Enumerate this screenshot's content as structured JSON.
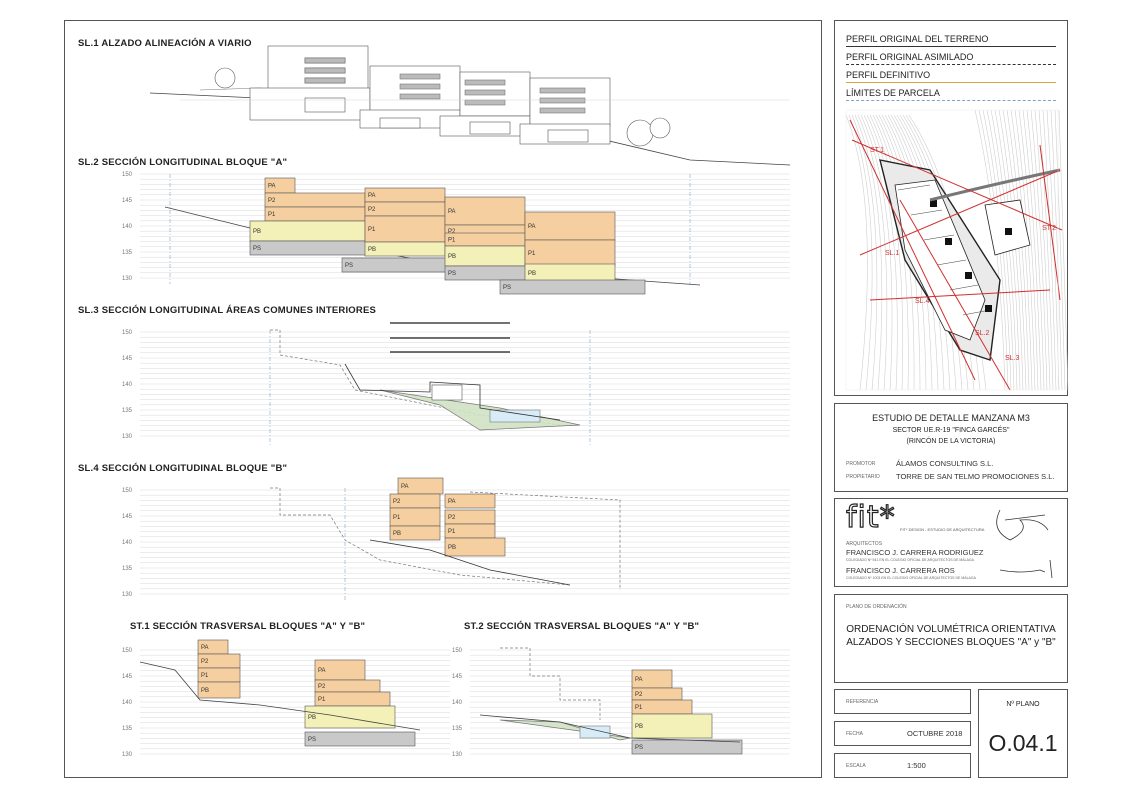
{
  "sections": {
    "sl1": "SL.1  ALZADO ALINEACIÓN A VIARIO",
    "sl2": "SL.2  SECCIÓN LONGITUDINAL BLOQUE \"A\"",
    "sl3": "SL.3  SECCIÓN LONGITUDINAL ÁREAS COMUNES INTERIORES",
    "sl4": "SL.4  SECCIÓN LONGITUDINAL BLOQUE \"B\"",
    "st1": "ST.1  SECCIÓN TRASVERSAL BLOQUES \"A\" Y \"B\"",
    "st2": "ST.2  SECCIÓN TRASVERSAL BLOQUES \"A\" Y \"B\""
  },
  "levels": [
    "150",
    "145",
    "140",
    "135",
    "130"
  ],
  "floor_labels": {
    "pa": "PA",
    "p2": "P2",
    "p1": "P1",
    "pb": "PB",
    "ps": "PS"
  },
  "legend": {
    "items": [
      {
        "label": "PERFIL ORIGINAL DEL TERRENO",
        "color": "#333333",
        "style": "solid"
      },
      {
        "label": "PERFIL ORIGINAL ASIMILADO",
        "color": "#333333",
        "style": "dashed"
      },
      {
        "label": "PERFIL DEFINITIVO",
        "color": "#d9a441",
        "style": "solid"
      },
      {
        "label": "LÍMITES DE PARCELA",
        "color": "#7fa3c9",
        "style": "dashdot"
      }
    ]
  },
  "map_labels": [
    "ST.1",
    "ST.2",
    "SL.1",
    "SL.2",
    "SL.3",
    "SL.4"
  ],
  "project": {
    "title": "ESTUDIO DE DETALLE MANZANA M3",
    "sector": "SECTOR UE.R-19 \"FINCA GARCÉS\"",
    "location": "(RINCÓN DE LA VICTORIA)",
    "promotor_label": "PROMOTOR",
    "promotor": "ÁLAMOS CONSULTING S.L.",
    "propietario_label": "PROPIETARIO",
    "propietario": "TORRE DE SAN TELMO PROMOCIONES S.L."
  },
  "studio": {
    "logo": "fit*",
    "tagline": "FIT* DESIGN - ESTUDIO DE ARQUITECTURA",
    "arquitectos_label": "ARQUITECTOS",
    "architect1": "FRANCISCO J. CARRERA RODRIGUEZ",
    "architect1_note": "COLEGIADO Nº 541 EN EL COLEGIO OFICIAL DE ARQUITECTOS DE MÁLAGA",
    "architect2": "FRANCISCO J. CARRERA ROS",
    "architect2_note": "COLEGIADO Nº 1003 EN EL COLEGIO OFICIAL DE ARQUITECTOS DE MÁLAGA"
  },
  "plan": {
    "label": "PLANO DE ORDENACIÓN",
    "line1": "ORDENACIÓN VOLUMÉTRICA ORIENTATIVA",
    "line2": "ALZADOS Y SECCIONES BLOQUES \"A\" y \"B\""
  },
  "meta": {
    "referencia_label": "REFERENCIA",
    "referencia": "",
    "fecha_label": "FECHA",
    "fecha": "OCTUBRE 2018",
    "escala_label": "ESCALA",
    "escala": "1:500",
    "plano_label": "Nº PLANO",
    "plano": "O.04.1"
  },
  "colors": {
    "orange": "#f6cfa0",
    "yellow": "#f3f0b8",
    "grey": "#c9c9c9",
    "green": "#cfe2c4",
    "water": "#d8ecf7"
  }
}
